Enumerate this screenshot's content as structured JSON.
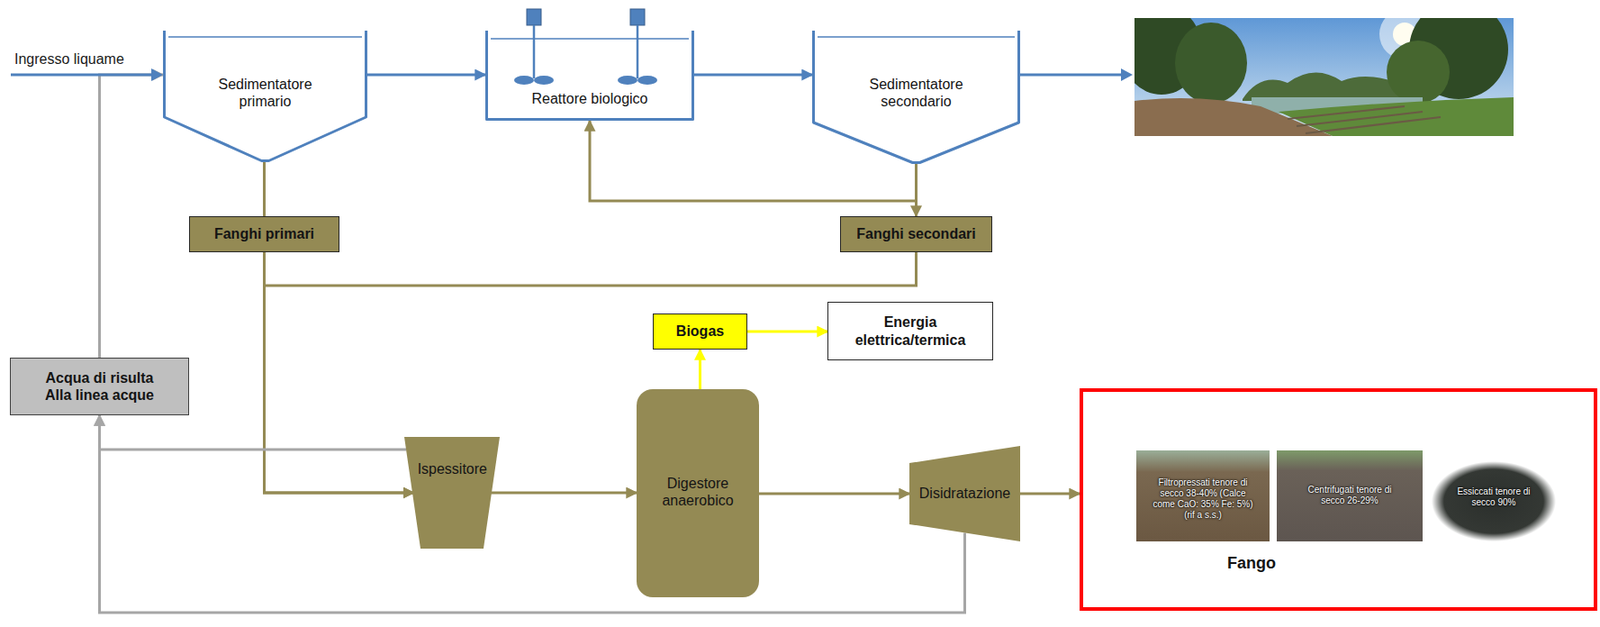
{
  "diagram": {
    "nodes": [
      {
        "text": [
          "Sedimentatore primario"
        ]
      },
      {
        "text": [
          "Reattore biologico"
        ]
      },
      {
        "text": [
          "Sedimentatore secondario"
        ]
      },
      {
        "text": [
          "Fanghi primari"
        ]
      },
      {
        "text": [
          "Fanghi secondari"
        ]
      },
      {
        "text": [
          "Biogas"
        ]
      },
      {
        "text": [
          "Energia elettrica/termica"
        ]
      },
      {
        "text": [
          "Acqua di risulta Alla linea acque"
        ]
      },
      {
        "text": [
          "Ispessitore"
        ]
      },
      {
        "text": [
          "Digestore anaerobico"
        ]
      },
      {
        "text": [
          "Disidratazione"
        ]
      },
      {
        "text": [
          "Fango"
        ]
      },
      {
        "text": [
          "Filtropressati tenore di secco 38-40% (Calce come CaO: 35% Fe: 5%) (rif a s.s.)"
        ],
        "in": 11
      },
      {
        "text": [
          "Centrifugati tenore di secco 26-29%"
        ],
        "in": 11
      },
      {
        "text": [
          "Essiccati tenore di secco 90%"
        ],
        "in": 11
      }
    ],
    "edges": [
      {
        "from": 0,
        "to": 1,
        "arrow": "to"
      },
      {
        "from": 1,
        "to": 2,
        "arrow": "to"
      },
      {
        "from": 2,
        "to": 1,
        "arrow": "to"
      },
      {
        "from": 0,
        "to": 3,
        "arrow": "none"
      },
      {
        "from": 2,
        "to": 4,
        "arrow": "to"
      },
      {
        "from": 3,
        "to": 8,
        "arrow": "to"
      },
      {
        "from": 4,
        "to": 8,
        "arrow": "to"
      },
      {
        "from": 8,
        "to": 7,
        "arrow": "to"
      },
      {
        "from": 7,
        "to": 0,
        "arrow": "to"
      },
      {
        "from": 8,
        "to": 9,
        "arrow": "to"
      },
      {
        "from": 9,
        "to": 5,
        "arrow": "to"
      },
      {
        "from": 5,
        "to": 6,
        "arrow": "to"
      },
      {
        "from": 9,
        "to": 10,
        "arrow": "to"
      },
      {
        "from": 10,
        "to": 11,
        "arrow": "to"
      },
      {
        "from": 10,
        "to": 7,
        "arrow": "to"
      }
    ],
    "labels": [
      "Ingresso liquame"
    ]
  }
}
